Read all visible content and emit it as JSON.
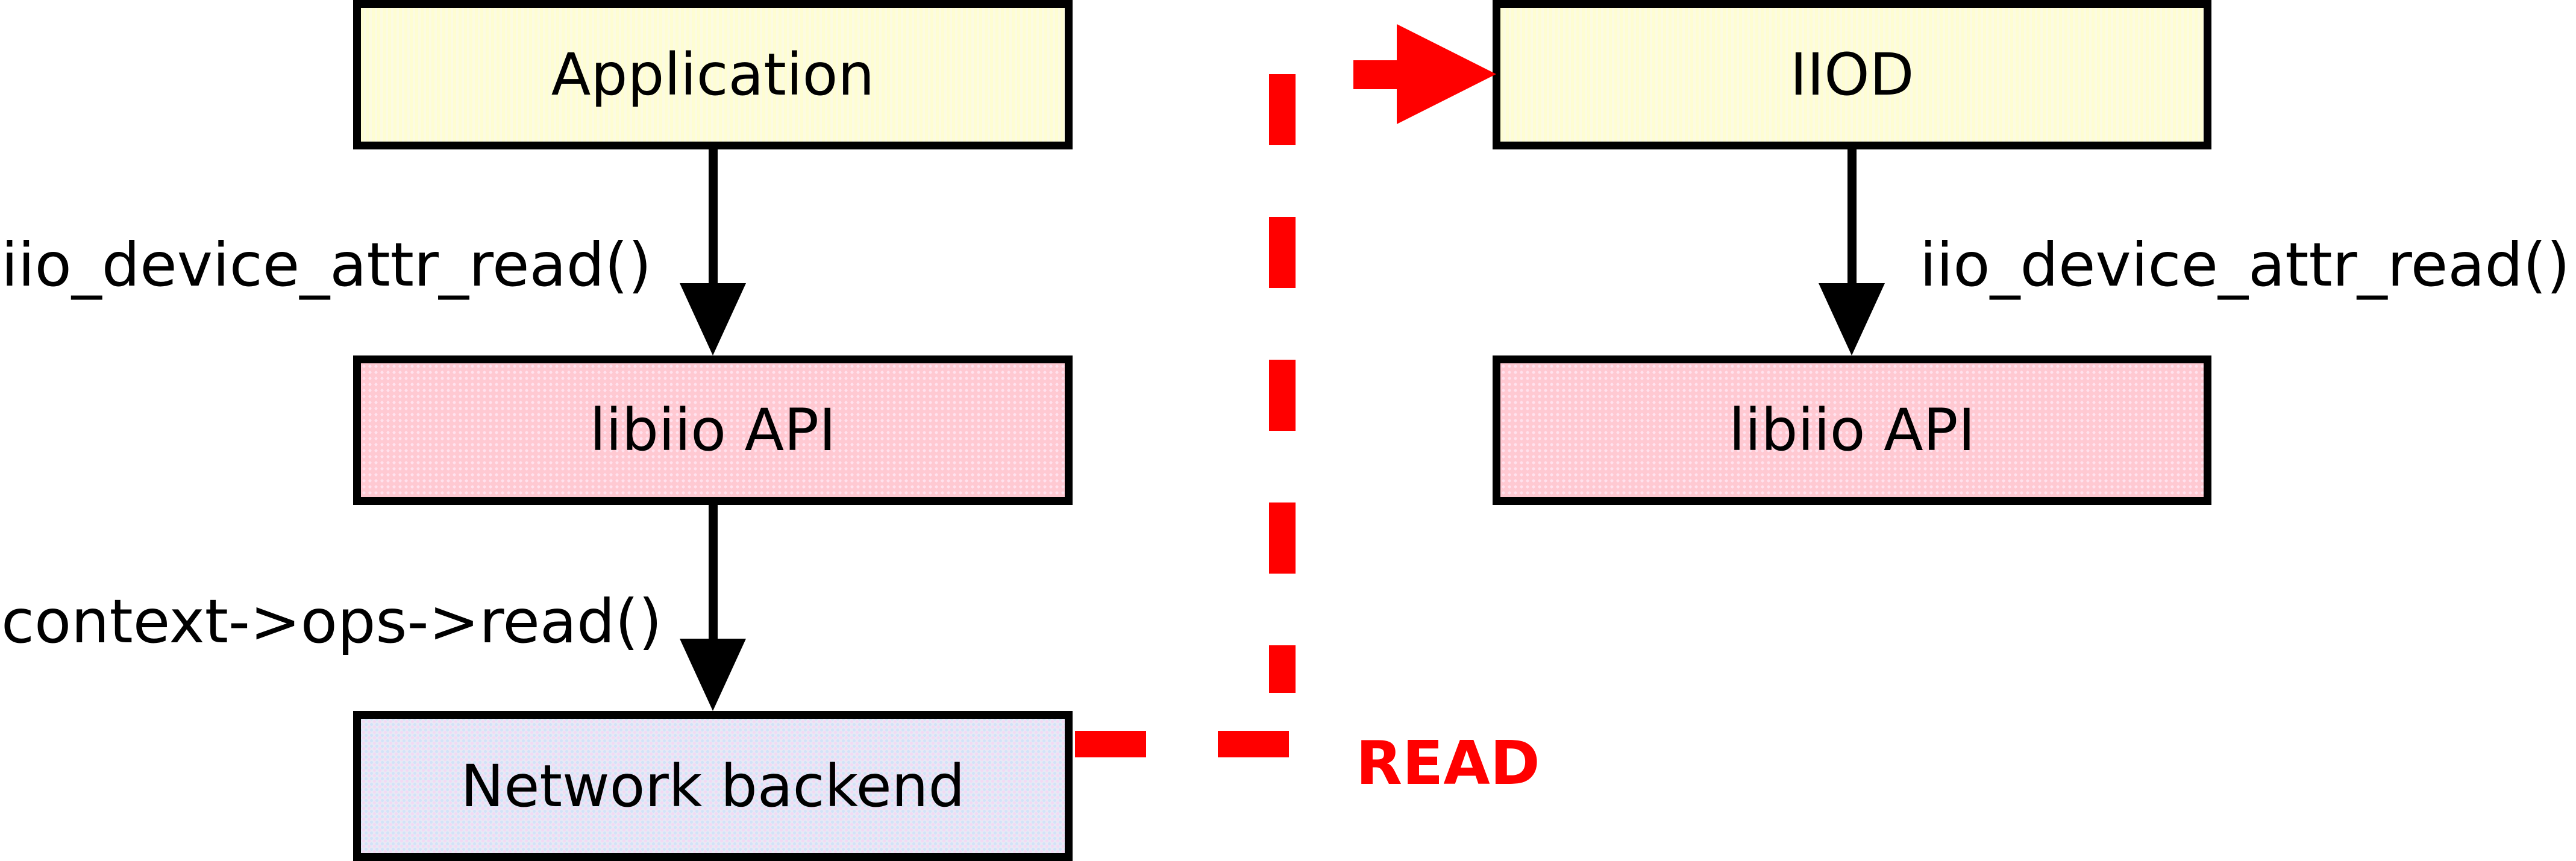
{
  "diagram": {
    "background": "#ffffff",
    "colors": {
      "box_border": "#000000",
      "arrow_black": "#000000",
      "accent_red": "#ff0000",
      "cream_fill": "#fcfbe2",
      "pink_fill": "#ffc9d2",
      "lavender_fill": "#e8e9f5",
      "text": "#000000"
    },
    "left_column": {
      "boxes": [
        {
          "label": "Application"
        },
        {
          "label": "libiio API"
        },
        {
          "label": "Network backend"
        }
      ],
      "call_labels": [
        "iio_device_attr_read()",
        "context->ops->read()"
      ]
    },
    "right_column": {
      "boxes": [
        {
          "label": "IIOD"
        },
        {
          "label": "libiio API"
        }
      ],
      "call_labels": [
        "iio_device_attr_read()"
      ]
    },
    "read_path": {
      "label": "READ"
    }
  }
}
